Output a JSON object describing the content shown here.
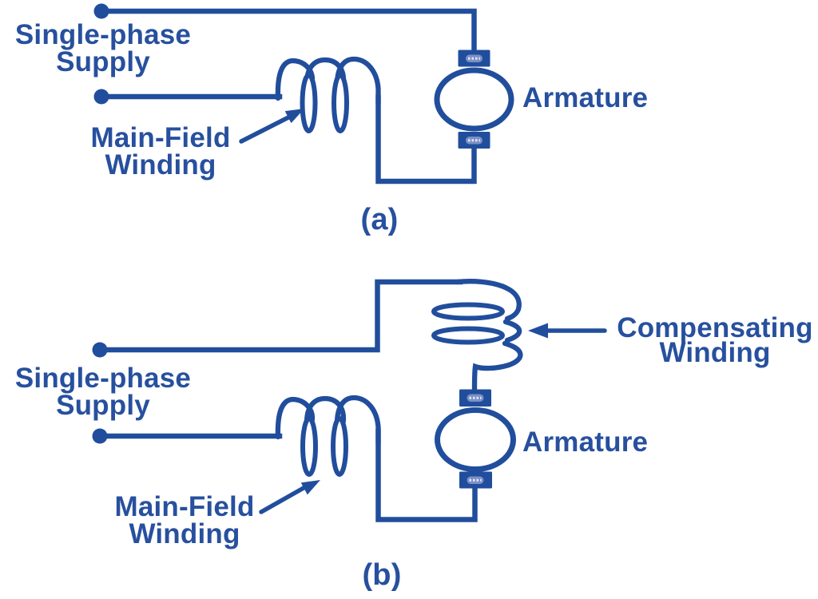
{
  "colors": {
    "ink": "#214e9c",
    "text": "#27509e",
    "brush_pad": "#7a90c7",
    "background": "#ffffff"
  },
  "circuit_a": {
    "caption": "(a)",
    "supply_label": {
      "line1": "Single-phase",
      "line2": "Supply"
    },
    "field_label": {
      "line1": "Main-Field",
      "line2": "Winding"
    },
    "armature_label": "Armature"
  },
  "circuit_b": {
    "caption": "(b)",
    "supply_label": {
      "line1": "Single-phase",
      "line2": "Supply"
    },
    "field_label": {
      "line1": "Main-Field",
      "line2": "Winding"
    },
    "armature_label": "Armature",
    "compensating_label": {
      "line1": "Compensating",
      "line2": "Winding"
    }
  }
}
